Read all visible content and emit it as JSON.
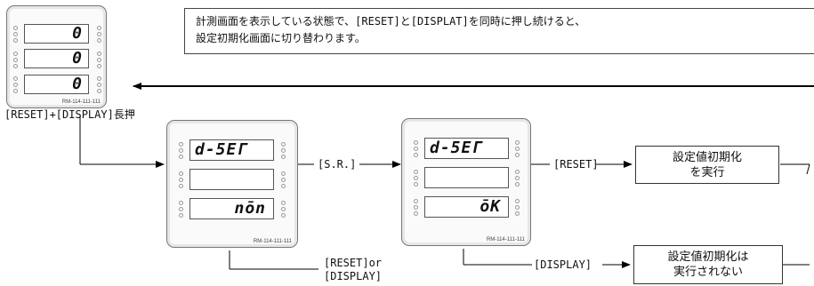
{
  "note": {
    "line1": "計測画面を表示している状態で、[RESET]と[DISPLAT]を同時に押し続けると、",
    "line2": "設定初期化画面に切り替わります。"
  },
  "panels": {
    "measure": {
      "rows": [
        "0",
        "0",
        "0"
      ],
      "model": "RM-114-111-111"
    },
    "select": {
      "rows": [
        "d-5EΓ",
        "",
        "nōn"
      ],
      "model": "RM-114-111-111"
    },
    "confirm": {
      "rows": [
        "d-5EΓ",
        "",
        "ōK"
      ],
      "model": "RM-114-111-111"
    }
  },
  "labels": {
    "long_press": "[RESET]+[DISPLAY]長押",
    "sr": "[S.R.]",
    "reset": "[RESET]",
    "display": "[DISPLAY]",
    "reset_or_line1": "[RESET]or",
    "reset_or_line2": "[DISPLAY]"
  },
  "results": {
    "execute_line1": "設定値初期化",
    "execute_line2": "を実行",
    "skip_line1": "設定値初期化は",
    "skip_line2": "実行されない"
  }
}
